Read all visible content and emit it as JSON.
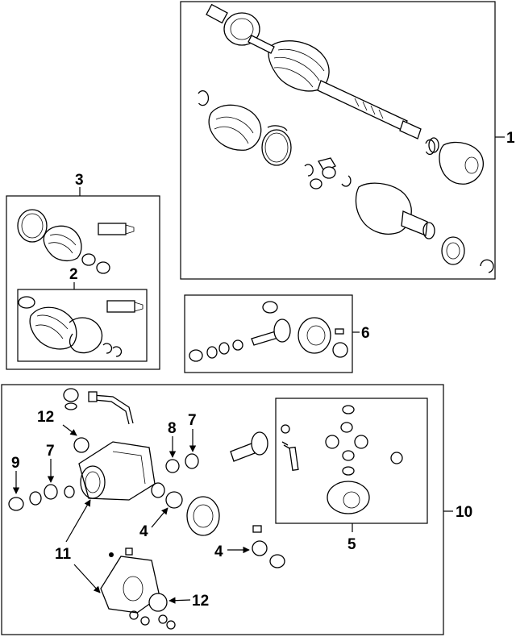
{
  "labels": {
    "c1": "1",
    "c2": "2",
    "c3": "3",
    "c4a": "4",
    "c4b": "4",
    "c5": "5",
    "c6": "6",
    "c7a": "7",
    "c7b": "7",
    "c8": "8",
    "c9": "9",
    "c10": "10",
    "c11": "11",
    "c12a": "12",
    "c12b": "12"
  }
}
